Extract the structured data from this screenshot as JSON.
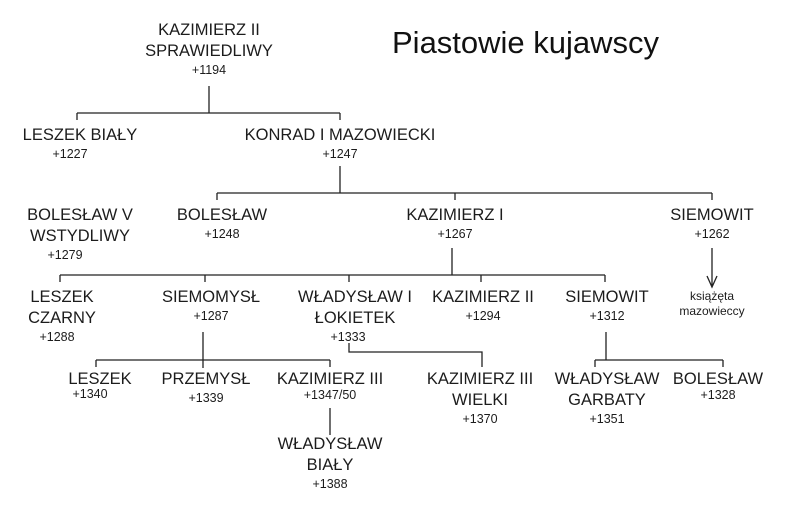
{
  "title": "Piastowie kujawscy",
  "people": {
    "kazimierz_ii_sprawiedliwy": {
      "name1": "KAZIMIERZ II",
      "name2": "SPRAWIEDLIWY",
      "date": "+1194"
    },
    "leszek_bialy": {
      "name1": "LESZEK BIAŁY",
      "date": "+1227"
    },
    "konrad_i": {
      "name1": "KONRAD I MAZOWIECKI",
      "date": "+1247"
    },
    "boleslaw_v": {
      "name1": "BOLESŁAW V",
      "name2": "WSTYDLIWY",
      "date": "+1279"
    },
    "boleslaw_1248": {
      "name1": "BOLESŁAW",
      "date": "+1248"
    },
    "kazimierz_i": {
      "name1": "KAZIMIERZ I",
      "date": "+1267"
    },
    "siemowit_1262": {
      "name1": "SIEMOWIT",
      "date": "+1262"
    },
    "leszek_czarny": {
      "name1": "LESZEK",
      "name2": "CZARNY",
      "date": "+1288"
    },
    "siemomysl": {
      "name1": "SIEMOMYSŁ",
      "date": "+1287"
    },
    "wladyslaw_lokietek": {
      "name1": "WŁADYSŁAW I",
      "name2": "ŁOKIETEK",
      "date": "+1333"
    },
    "kazimierz_ii_1294": {
      "name1": "KAZIMIERZ II",
      "date": "+1294"
    },
    "siemowit_1312": {
      "name1": "SIEMOWIT",
      "date": "+1312"
    },
    "leszek_1340": {
      "name1": "LESZEK",
      "date": "+1340"
    },
    "przemysl": {
      "name1": "PRZEMYSŁ",
      "date": "+1339"
    },
    "kazimierz_iii": {
      "name1": "KAZIMIERZ III",
      "date": "+1347/50"
    },
    "kazimierz_wielki": {
      "name1": "KAZIMIERZ III",
      "name2": "WIELKI",
      "date": "+1370"
    },
    "wladyslaw_garbaty": {
      "name1": "WŁADYSŁAW",
      "name2": "GARBATY",
      "date": "+1351"
    },
    "boleslaw_1328": {
      "name1": "BOLESŁAW",
      "date": "+1328"
    },
    "wladyslaw_bialy": {
      "name1": "WŁADYSŁAW",
      "name2": "BIAŁY",
      "date": "+1388"
    }
  },
  "note": {
    "line1": "książęta",
    "line2": "mazowieccy"
  }
}
